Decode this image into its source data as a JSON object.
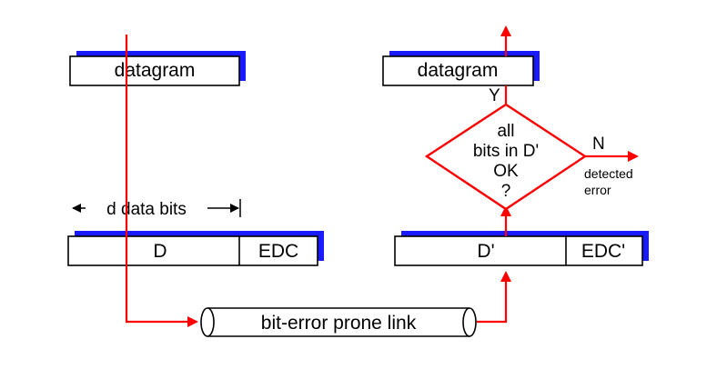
{
  "sender": {
    "datagram_label": "datagram",
    "data_bits_label": "d data bits",
    "data_field_label": "D",
    "edc_field_label": "EDC"
  },
  "receiver": {
    "datagram_label": "datagram",
    "data_field_label": "D'",
    "edc_field_label": "EDC'",
    "decision": {
      "lines": [
        "all",
        "bits in D'",
        "OK",
        "?"
      ],
      "yes_label": "Y",
      "no_label": "N",
      "no_result_lines": [
        "detected",
        "error"
      ]
    }
  },
  "link": {
    "label": "bit-error prone link"
  },
  "colors": {
    "flow_line": "#ff0000",
    "box_shadow": "#1a1aff",
    "box_border": "#000000"
  }
}
